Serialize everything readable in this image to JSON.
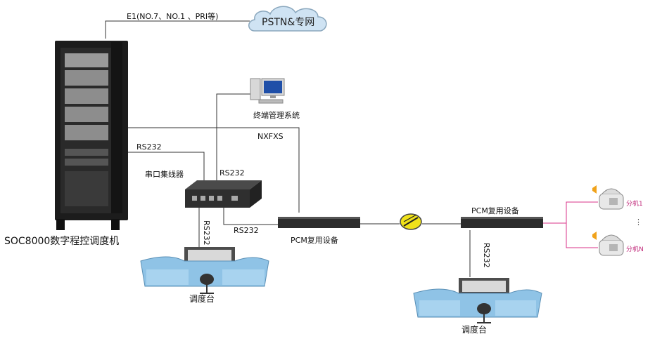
{
  "diagram": {
    "links": {
      "e1_label": "E1(NO.7、NO.1 、PRI等)",
      "rs232_switch_to_hub": "RS232",
      "nxfxs": "NXFXS",
      "rs232_hub_to_terminal": "RS232",
      "rs232_hub_to_pcm": "RS232",
      "rs232_hub_to_console": "RS232",
      "rs232_pcm_to_console": "RS232"
    },
    "nodes": {
      "cloud": "PSTN&专网",
      "terminal": "终端管理系统",
      "hub": "串口集线器",
      "switch": "SOC8000数字程控调度机",
      "pcm_left": "PCM复用设备",
      "pcm_right": "PCM复用设备",
      "console_left": "调度台",
      "console_right": "调度台",
      "ext1": "分机1",
      "extn": "分机N",
      "ellipsis": "⋮"
    },
    "colors": {
      "line": "#333333",
      "pink_line": "#d8338a",
      "cloud_fill": "#cfe3f3",
      "console_blue": "#8fc3e6",
      "rack_black": "#1c1c1c"
    }
  }
}
